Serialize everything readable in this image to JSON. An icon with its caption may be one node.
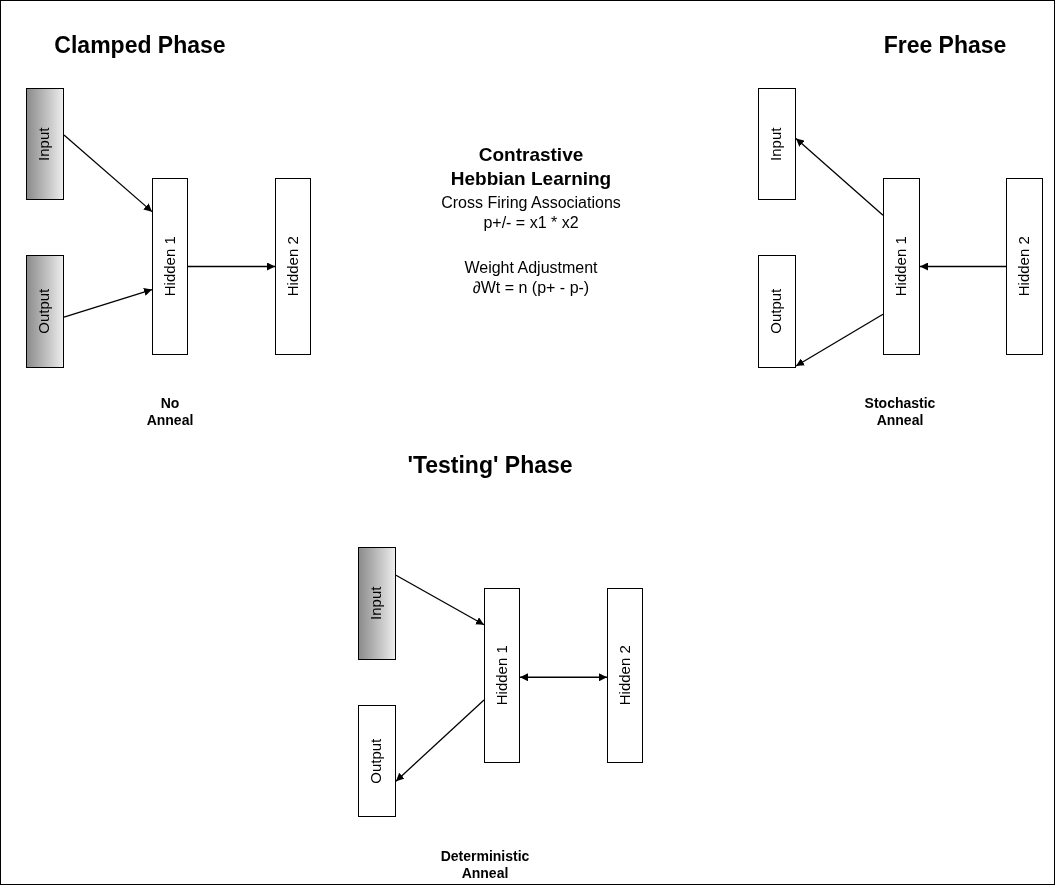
{
  "diagram": {
    "nodes": [
      {
        "text": [
          "Input"
        ]
      },
      {
        "text": [
          "Output"
        ]
      },
      {
        "text": [
          "Hidden 1"
        ]
      },
      {
        "text": [
          "Hidden 2"
        ]
      },
      {
        "text": [
          "Input"
        ]
      },
      {
        "text": [
          "Output"
        ]
      },
      {
        "text": [
          "Hidden 1"
        ]
      },
      {
        "text": [
          "Hidden 2"
        ]
      },
      {
        "text": [
          "Input"
        ]
      },
      {
        "text": [
          "Output"
        ]
      },
      {
        "text": [
          "Hidden 1"
        ]
      },
      {
        "text": [
          "Hidden 2"
        ]
      }
    ],
    "edges": [
      {
        "from": 0,
        "to": 2,
        "arrow": "to"
      },
      {
        "from": 1,
        "to": 2,
        "arrow": "to"
      },
      {
        "from": 2,
        "to": 3,
        "arrow": "to"
      },
      {
        "from": 6,
        "to": 4,
        "arrow": "to"
      },
      {
        "from": 6,
        "to": 5,
        "arrow": "to"
      },
      {
        "from": 7,
        "to": 6,
        "arrow": "to"
      },
      {
        "from": 8,
        "to": 10,
        "arrow": "to"
      },
      {
        "from": 10,
        "to": 11,
        "arrow": "both"
      },
      {
        "from": 10,
        "to": 9,
        "arrow": "to"
      }
    ],
    "labels": [
      "Clamped Phase",
      "Free Phase",
      "Contrastive Hebbian Learning",
      "Cross Firing Associations",
      "p+/- = x1 * x2",
      "Weight Adjustment",
      "∂Wt = n (p+ - p-)",
      "No Anneal",
      "Stochastic Anneal",
      "'Testing' Phase",
      "Deterministic Anneal"
    ]
  }
}
